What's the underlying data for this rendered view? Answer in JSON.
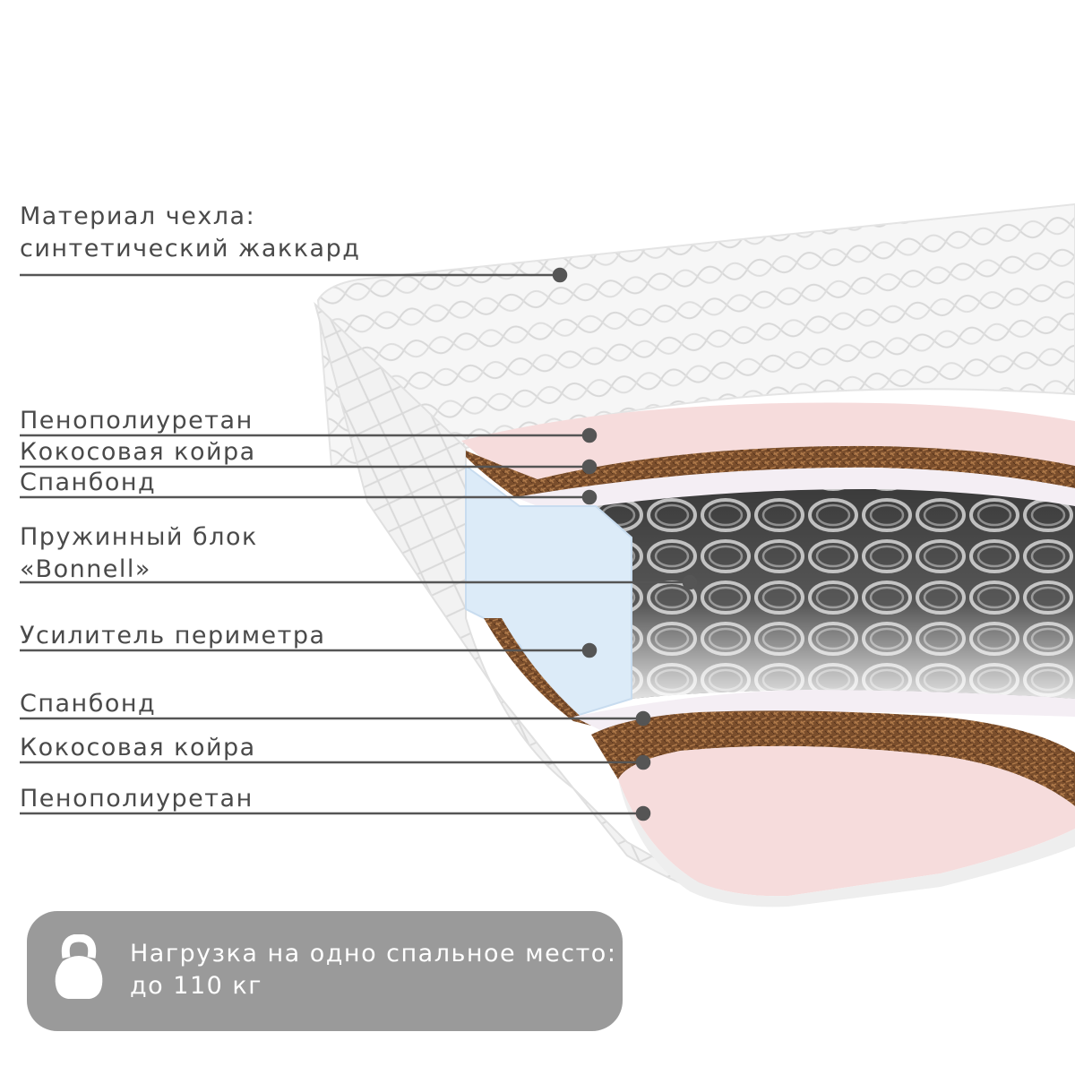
{
  "layers": [
    {
      "id": "cover",
      "lines": [
        "Материал чехла:",
        "синтетический жаккард"
      ]
    },
    {
      "id": "ppu-top",
      "lines": [
        "Пенополиуретан"
      ]
    },
    {
      "id": "coir-top",
      "lines": [
        "Кокосовая койра"
      ]
    },
    {
      "id": "spunbond-top",
      "lines": [
        "Спанбонд"
      ]
    },
    {
      "id": "springs",
      "lines": [
        "Пружинный блок",
        "«Bonnell»"
      ]
    },
    {
      "id": "perimeter",
      "lines": [
        "Усилитель периметра"
      ]
    },
    {
      "id": "spunbond-bottom",
      "lines": [
        "Спанбонд"
      ]
    },
    {
      "id": "coir-bottom",
      "lines": [
        "Кокосовая койра"
      ]
    },
    {
      "id": "ppu-bottom",
      "lines": [
        "Пенополиуретан"
      ]
    }
  ],
  "load": {
    "icon": "kettlebell-icon",
    "line1": "Нагрузка на одно спальное место:",
    "line2": "до 110 кг"
  },
  "colors": {
    "label_text": "#4a4a4a",
    "leader_line": "#555555",
    "load_box": "#9a9a9a",
    "foam_pink": "#f6dcdc",
    "coir_brown": "#7a4e2c",
    "perimeter_blue": "#dcebf8",
    "cover_white": "#f4f4f4"
  }
}
